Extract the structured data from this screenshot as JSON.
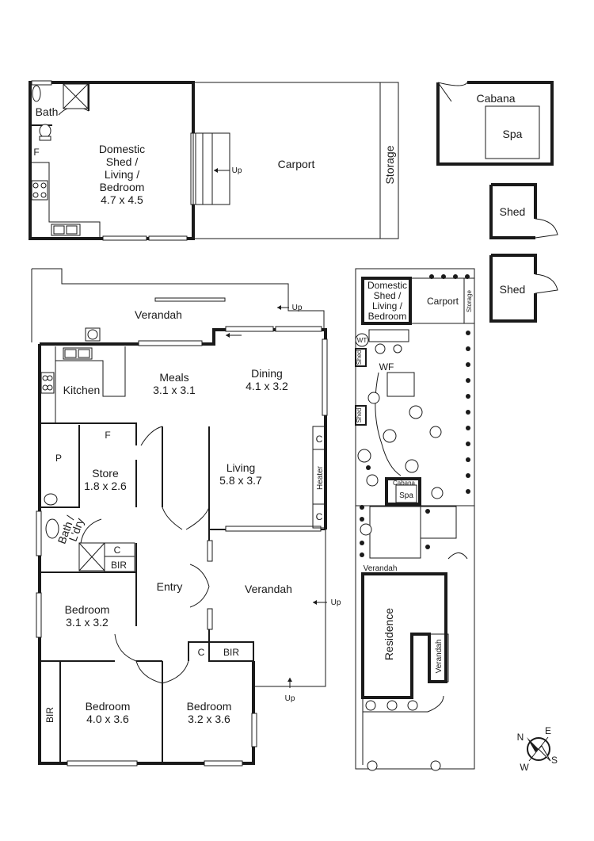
{
  "shed_building": {
    "bath": "Bath",
    "f": "F",
    "domestic": [
      "Domestic",
      "Shed /",
      "Living /",
      "Bedroom",
      "4.7 x 4.5"
    ],
    "up": "Up",
    "carport": "Carport",
    "storage": "Storage"
  },
  "outbuildings": {
    "cabana": "Cabana",
    "spa": "Spa",
    "shed1": "Shed",
    "shed2": "Shed"
  },
  "house": {
    "verandah_top": "Verandah",
    "up_top": "Up",
    "kitchen": "Kitchen",
    "meals": [
      "Meals",
      "3.1 x 3.1"
    ],
    "dining": [
      "Dining",
      "4.1 x 3.2"
    ],
    "f": "F",
    "p": "P",
    "store": [
      "Store",
      "1.8 x 2.6"
    ],
    "living": [
      "Living",
      "5.8 x 3.7"
    ],
    "c_right_top": "C",
    "heater": "Heater",
    "c_right_bottom": "C",
    "bath_ldry": [
      "Bath /",
      "L'dry"
    ],
    "c_bath": "C",
    "bir_bath": "BIR",
    "entry": "Entry",
    "verandah_mid": "Verandah",
    "up_mid": "Up",
    "bedroom1": [
      "Bedroom",
      "3.1 x 3.2"
    ],
    "c_bed": "C",
    "bir_bed": "BIR",
    "bir_left": "BIR",
    "bedroom2": [
      "Bedroom",
      "4.0 x 3.6"
    ],
    "bedroom3": [
      "Bedroom",
      "3.2 x 3.6"
    ],
    "up_bottom": "Up"
  },
  "site_plan": {
    "domestic": [
      "Domestic",
      "Shed /",
      "Living /",
      "Bedroom"
    ],
    "carport": "Carport",
    "storage": "Storage",
    "wt": "WT",
    "shed_top": "Shed",
    "wf": "WF",
    "shed_mid": "Shed",
    "cabana": "Cabana",
    "spa": "Spa",
    "verandah_top": "Verandah",
    "residence": "Residence",
    "verandah_side": "Verandah"
  },
  "compass": {
    "n": "N",
    "e": "E",
    "w": "W",
    "s": "S"
  }
}
